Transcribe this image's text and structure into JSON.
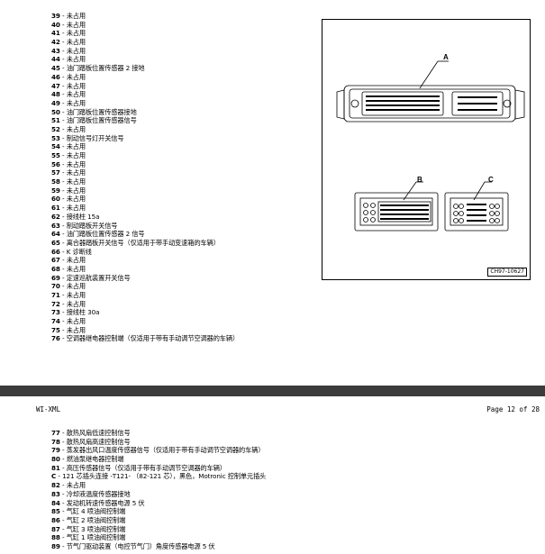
{
  "top_pins": [
    {
      "num": "39",
      "desc": "未占用"
    },
    {
      "num": "40",
      "desc": "未占用"
    },
    {
      "num": "41",
      "desc": "未占用"
    },
    {
      "num": "42",
      "desc": "未占用"
    },
    {
      "num": "43",
      "desc": "未占用"
    },
    {
      "num": "44",
      "desc": "未占用"
    },
    {
      "num": "45",
      "desc": "油门踏板位置传感器 2 接地"
    },
    {
      "num": "46",
      "desc": "未占用"
    },
    {
      "num": "47",
      "desc": "未占用"
    },
    {
      "num": "48",
      "desc": "未占用"
    },
    {
      "num": "49",
      "desc": "未占用"
    },
    {
      "num": "50",
      "desc": "油门踏板位置传感器接地"
    },
    {
      "num": "51",
      "desc": "油门踏板位置传感器信号"
    },
    {
      "num": "52",
      "desc": "未占用"
    },
    {
      "num": "53",
      "desc": "制动信号灯开关信号"
    },
    {
      "num": "54",
      "desc": "未占用"
    },
    {
      "num": "55",
      "desc": "未占用"
    },
    {
      "num": "56",
      "desc": "未占用"
    },
    {
      "num": "57",
      "desc": "未占用"
    },
    {
      "num": "58",
      "desc": "未占用"
    },
    {
      "num": "59",
      "desc": "未占用"
    },
    {
      "num": "60",
      "desc": "未占用"
    },
    {
      "num": "61",
      "desc": "未占用"
    },
    {
      "num": "62",
      "desc": "接线柱 15a"
    },
    {
      "num": "63",
      "desc": "制动踏板开关信号"
    },
    {
      "num": "64",
      "desc": "油门踏板位置传感器 2 信号"
    },
    {
      "num": "65",
      "desc": "离合器踏板开关信号（仅适用于带手动变速箱的车辆）"
    },
    {
      "num": "66",
      "desc": "K 诊断线"
    },
    {
      "num": "67",
      "desc": "未占用"
    },
    {
      "num": "68",
      "desc": "未占用"
    },
    {
      "num": "69",
      "desc": "定速巡航装置开关信号"
    },
    {
      "num": "70",
      "desc": "未占用"
    },
    {
      "num": "71",
      "desc": "未占用"
    },
    {
      "num": "72",
      "desc": "未占用"
    },
    {
      "num": "73",
      "desc": "接线柱 30a"
    },
    {
      "num": "74",
      "desc": "未占用"
    },
    {
      "num": "75",
      "desc": "未占用"
    },
    {
      "num": "76",
      "desc": "空调器继电器控制端（仅适用于带有手动调节空调器的车辆）"
    }
  ],
  "figure": {
    "label_a": "A",
    "label_b": "B",
    "label_c": "C",
    "code": "CH97-10627"
  },
  "page_header": {
    "doc_name": "WI-XML",
    "page_num": "Page 12 of 28"
  },
  "bottom_pins": [
    {
      "num": "77",
      "desc": "散热风扇低速控制信号"
    },
    {
      "num": "78",
      "desc": "散热风扇高速控制信号"
    },
    {
      "num": "79",
      "desc": "蒸发器出风口温度传感器信号（仅适用于带有手动调节空调器的车辆）"
    },
    {
      "num": "80",
      "desc": "燃油泵继电器控制端"
    },
    {
      "num": "81",
      "desc": "高压传感器信号（仅适用于带有手动调节空调器的车辆）"
    },
    {
      "num": "C",
      "desc": "121 芯插头连接 -T121- （82-121 芯），黑色，Motronic 控制单元插头"
    },
    {
      "num": "82",
      "desc": "未占用"
    },
    {
      "num": "83",
      "desc": "冷却液温度传感器接地"
    },
    {
      "num": "84",
      "desc": "发动机转速传感器电源 5 伏"
    },
    {
      "num": "85",
      "desc": "气缸 4 喷油阀控制端"
    },
    {
      "num": "86",
      "desc": "气缸 2 喷油阀控制端"
    },
    {
      "num": "87",
      "desc": "气缸 3 喷油阀控制端"
    },
    {
      "num": "88",
      "desc": "气缸 1 喷油阀控制端"
    },
    {
      "num": "89",
      "desc": "节气门驱动装置（电控节气门）角度传感器电源 5 伏"
    }
  ]
}
